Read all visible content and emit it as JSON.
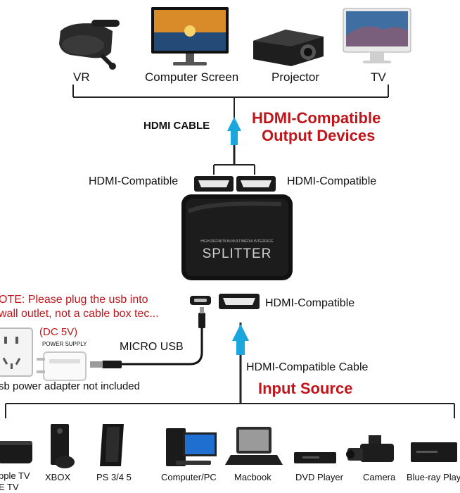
{
  "output_devices": [
    {
      "name": "VR",
      "icon": "vr-headset-icon"
    },
    {
      "name": "Computer Screen",
      "icon": "monitor-icon"
    },
    {
      "name": "Projector",
      "icon": "projector-icon"
    },
    {
      "name": "TV",
      "icon": "imac-icon"
    }
  ],
  "hdmi_cable_label": "HDMI CABLE",
  "output_title_line1": "HDMI-Compatible",
  "output_title_line2": "Output Devices",
  "port_left_label": "HDMI-Compatible",
  "port_right_label": "HDMI-Compatible",
  "splitter": {
    "small_labels": "HIGH-DEFINITION  MULTIMEDIA  INTERFACE",
    "name": "SPLITTER"
  },
  "input_port_label": "HDMI-Compatible",
  "note_line1": "OTE: Please plug the usb into",
  "note_line2": "wall outlet, not a cable box tec...",
  "power": {
    "voltage": "(DC 5V)",
    "supply": "POWER SUPPLY",
    "micro_usb": "MICRO USB",
    "adapter_note": "sb power adapter not included"
  },
  "input_cable_label": "HDMI-Compatible Cable",
  "input_title": "Input Source",
  "input_devices": [
    {
      "name": "pple TV",
      "name2": "E TV",
      "icon": "apple-tv-icon"
    },
    {
      "name": "XBOX",
      "icon": "xbox-icon"
    },
    {
      "name": "PS 3/4 5",
      "icon": "playstation-icon"
    },
    {
      "name": "Computer/PC",
      "icon": "computer-pc-icon"
    },
    {
      "name": "Macbook",
      "icon": "macbook-icon"
    },
    {
      "name": "DVD Player",
      "icon": "dvd-player-icon"
    },
    {
      "name": "Camera",
      "icon": "camera-icon"
    },
    {
      "name": "Blue-ray Play",
      "icon": "bluray-player-icon"
    }
  ],
  "colors": {
    "accent_red": "#c0161b",
    "arrow_blue": "#1aa7de",
    "device_black": "#1a1a1a"
  }
}
